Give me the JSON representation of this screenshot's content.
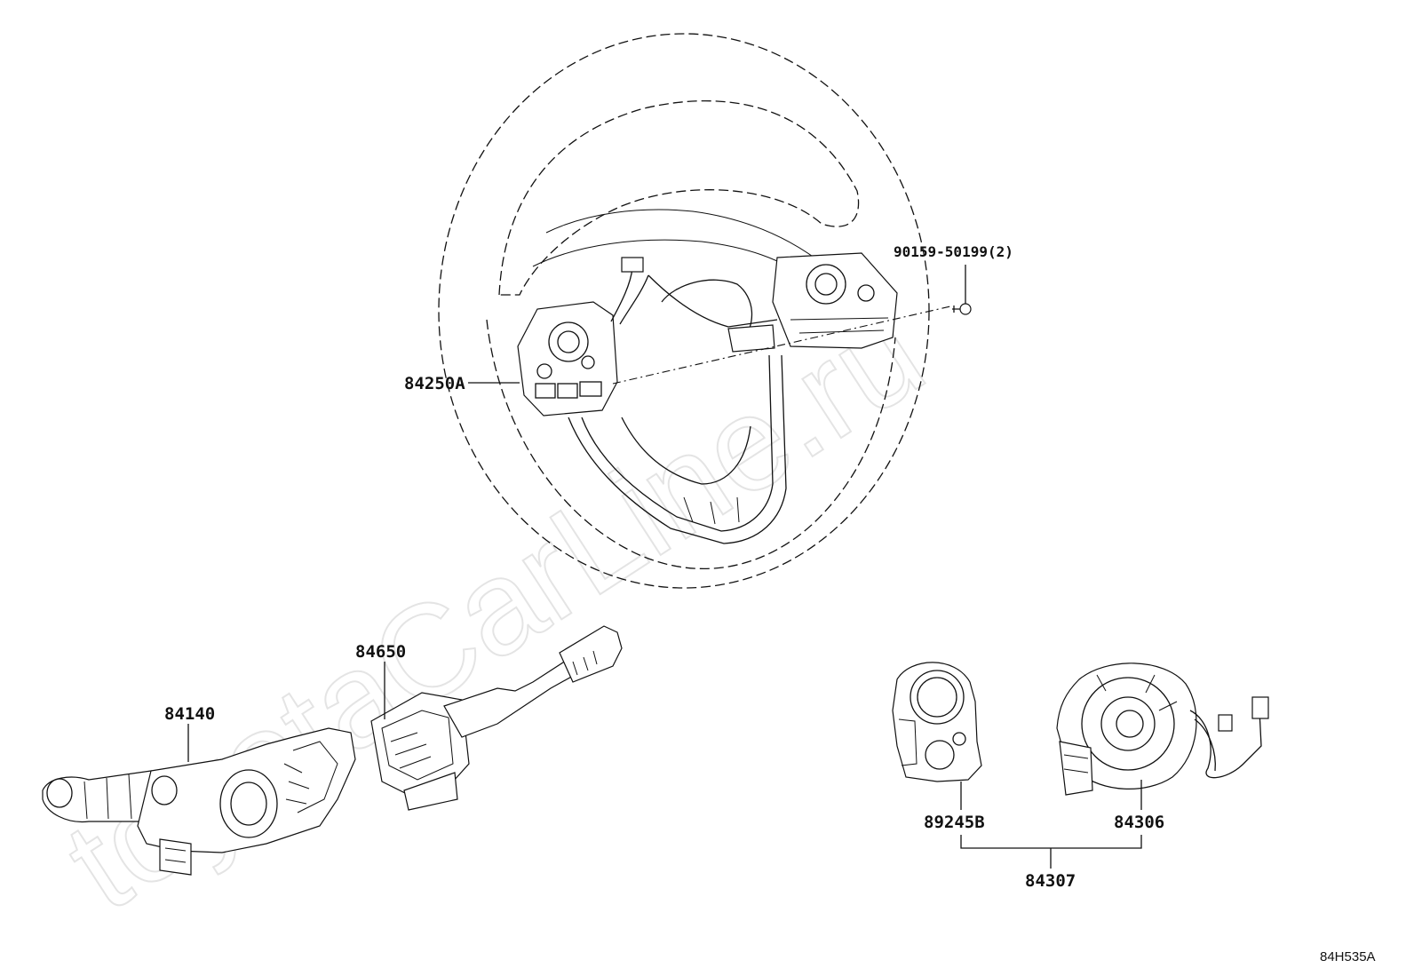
{
  "watermark": "toyotaCarLine.ru",
  "diagram_ref": "84H535A",
  "labels": {
    "bolt": "90159-50199(2)",
    "switch_assy": "84250A",
    "wiper_switch": "84650",
    "turn_switch": "84140",
    "sensor": "89245B",
    "spiral_cable": "84306",
    "sub_assy": "84307"
  }
}
